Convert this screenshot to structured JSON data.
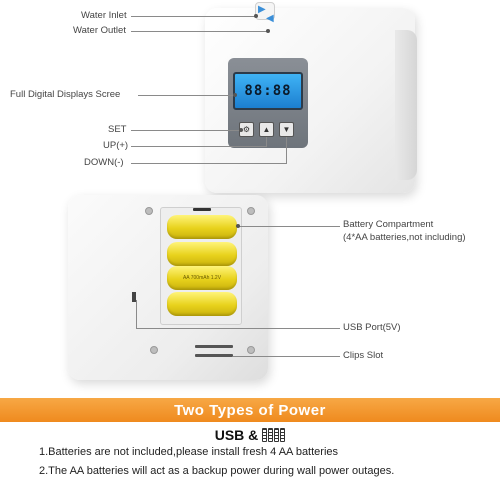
{
  "callouts": {
    "water_inlet": "Water Inlet",
    "water_outlet": "Water Outlet",
    "display": "Full Digital Displays Scree",
    "set": "SET",
    "up": "UP(+)",
    "down": "DOWN(-)",
    "battery_compartment": "Battery Compartment",
    "battery_note": "(4*AA batteries,not including)",
    "usb_port": "USB Port(5V)",
    "clips_slot": "Clips Slot"
  },
  "device": {
    "lcd_digits": "88:88",
    "battery_label": "AA 700mAh 1.2V"
  },
  "banner": {
    "title": "Two Types of Power",
    "usb_label": "USB &"
  },
  "notes": [
    "1.Batteries are not included,please install fresh 4 AA batteries",
    "2.The AA batteries will act as a backup power during wall power outages."
  ],
  "colors": {
    "banner": "#ef8a1e",
    "lcd": "#2a98e6",
    "battery": "#e8d21c"
  }
}
